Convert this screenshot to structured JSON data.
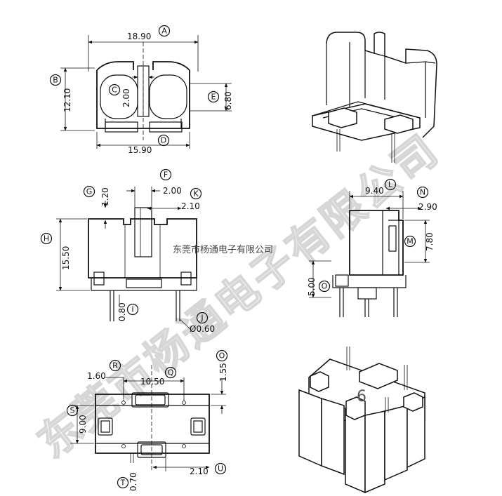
{
  "watermark": "东莞市杨通电子有限公司",
  "company_caption": "东莞市杨通电子有限公司",
  "page_number": "6",
  "dimensions": {
    "A": "18.90",
    "B": "12.10",
    "C": "2.00",
    "D": "15.90",
    "E": "6.80",
    "F": "2.00",
    "G": "1.20",
    "H": "15.50",
    "I": "0.80",
    "J": "Ø0.60",
    "K": "2.10",
    "L": "9.40",
    "M": "7.80",
    "N": "2.90",
    "O1": "5.00",
    "O2": "1.55",
    "P": "1.60",
    "Q": "10.50",
    "S": "9.00",
    "T": "0.70",
    "U": "2.10"
  },
  "callouts": {
    "A": "A",
    "B": "B",
    "C": "C",
    "D": "D",
    "E": "E",
    "F": "F",
    "G": "G",
    "H": "H",
    "I": "I",
    "J": "J",
    "K": "K",
    "L": "L",
    "M": "M",
    "N": "N",
    "O1": "O",
    "O2": "O",
    "P": "R",
    "Q": "Q",
    "S": "S",
    "T": "T",
    "U": "U"
  }
}
